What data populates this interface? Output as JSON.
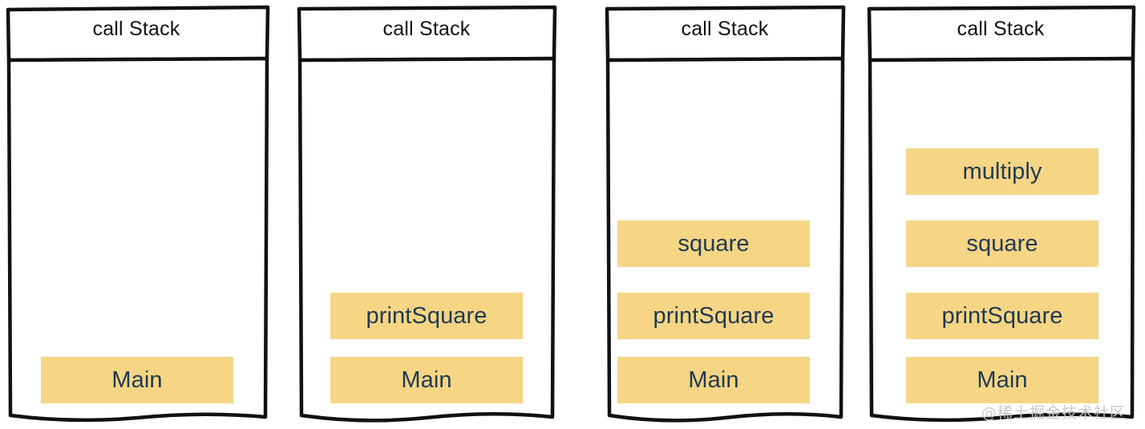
{
  "diagram": {
    "title_text": "call Stack",
    "accent_color": "#f6d584",
    "frame_text_color": "#1f3a52",
    "border_color": "#111111",
    "background_color": "#ffffff",
    "watermark": "@稀土掘金技术社区",
    "panels": [
      {
        "id": "panel-1",
        "header": "call Stack",
        "frames": [
          "Main"
        ]
      },
      {
        "id": "panel-2",
        "header": "call Stack",
        "frames": [
          "printSquare",
          "Main"
        ]
      },
      {
        "id": "panel-3",
        "header": "call Stack",
        "frames": [
          "square",
          "printSquare",
          "Main"
        ]
      },
      {
        "id": "panel-4",
        "header": "call Stack",
        "frames": [
          "multiply",
          "square",
          "printSquare",
          "Main"
        ]
      }
    ]
  }
}
